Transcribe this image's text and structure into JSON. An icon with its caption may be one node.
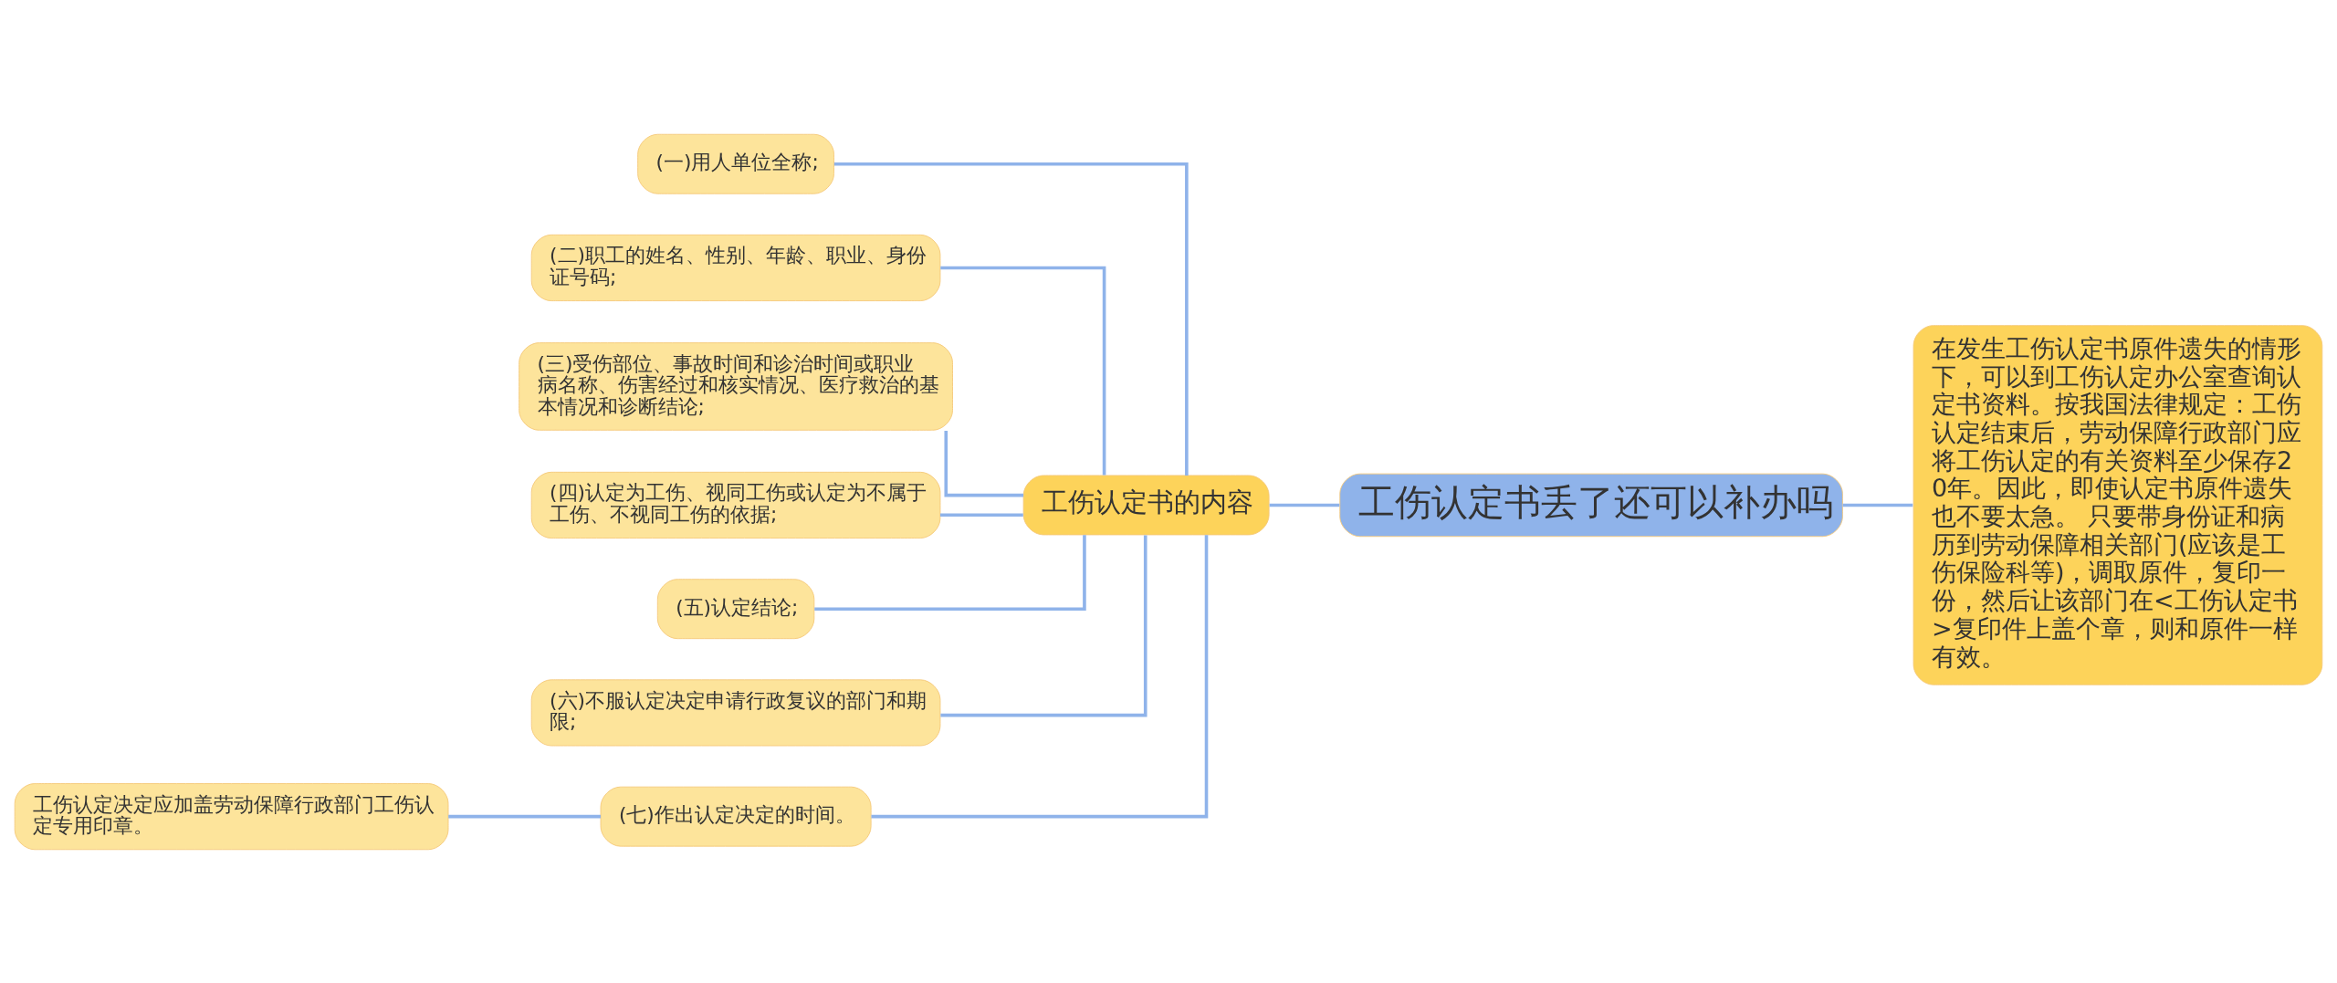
{
  "diagram": {
    "nodes": [
      {
        "text": [
          "工伤认定书丢了还可以补办吗"
        ]
      },
      {
        "text": [
          "工伤认定书的内容"
        ]
      },
      {
        "text": [
          "(一)用人单位全称;"
        ]
      },
      {
        "text": [
          "(二)职工的姓名、性别、年龄、职业、身份证号码;"
        ]
      },
      {
        "text": [
          "(三)受伤部位、事故时间和诊治时间或职业病名称、伤害经过和核实情况、医疗救治的基本情况和诊断结论;"
        ]
      },
      {
        "text": [
          "(四)认定为工伤、视同工伤或认定为不属于工伤、不视同工伤的依据;"
        ]
      },
      {
        "text": [
          "(五)认定结论;"
        ]
      },
      {
        "text": [
          "(六)不服认定决定申请行政复议的部门和期限;"
        ]
      },
      {
        "text": [
          "(七)作出认定决定的时间。"
        ]
      },
      {
        "text": [
          "工伤认定决定应加盖劳动保障行政部门工伤认定专用印章。"
        ]
      },
      {
        "text": [
          "在发生工伤认定书原件遗失的情形下，可以到工伤认定办公室查询认定书资料。按我国法律规定：工伤认定结束后，劳动保障行政部门应将工伤认定的有关资料至少保存20年。因此，即使认定书原件遗失也不要太急。 只要带身份证和病历到劳动保障相关部门(应该是工伤保险科等)，调取原件，复印一份，然后让该部门在<工伤认定书>复印件上盖个章，则和原件一样有效。"
        ]
      }
    ],
    "edges": [
      {
        "from": 0,
        "to": 1,
        "arrow": "none"
      },
      {
        "from": 1,
        "to": 2,
        "arrow": "none"
      },
      {
        "from": 1,
        "to": 3,
        "arrow": "none"
      },
      {
        "from": 1,
        "to": 4,
        "arrow": "none"
      },
      {
        "from": 1,
        "to": 5,
        "arrow": "none"
      },
      {
        "from": 1,
        "to": 6,
        "arrow": "none"
      },
      {
        "from": 1,
        "to": 7,
        "arrow": "none"
      },
      {
        "from": 1,
        "to": 8,
        "arrow": "none"
      },
      {
        "from": 8,
        "to": 9,
        "arrow": "none"
      },
      {
        "from": 0,
        "to": 10,
        "arrow": "none"
      }
    ]
  }
}
